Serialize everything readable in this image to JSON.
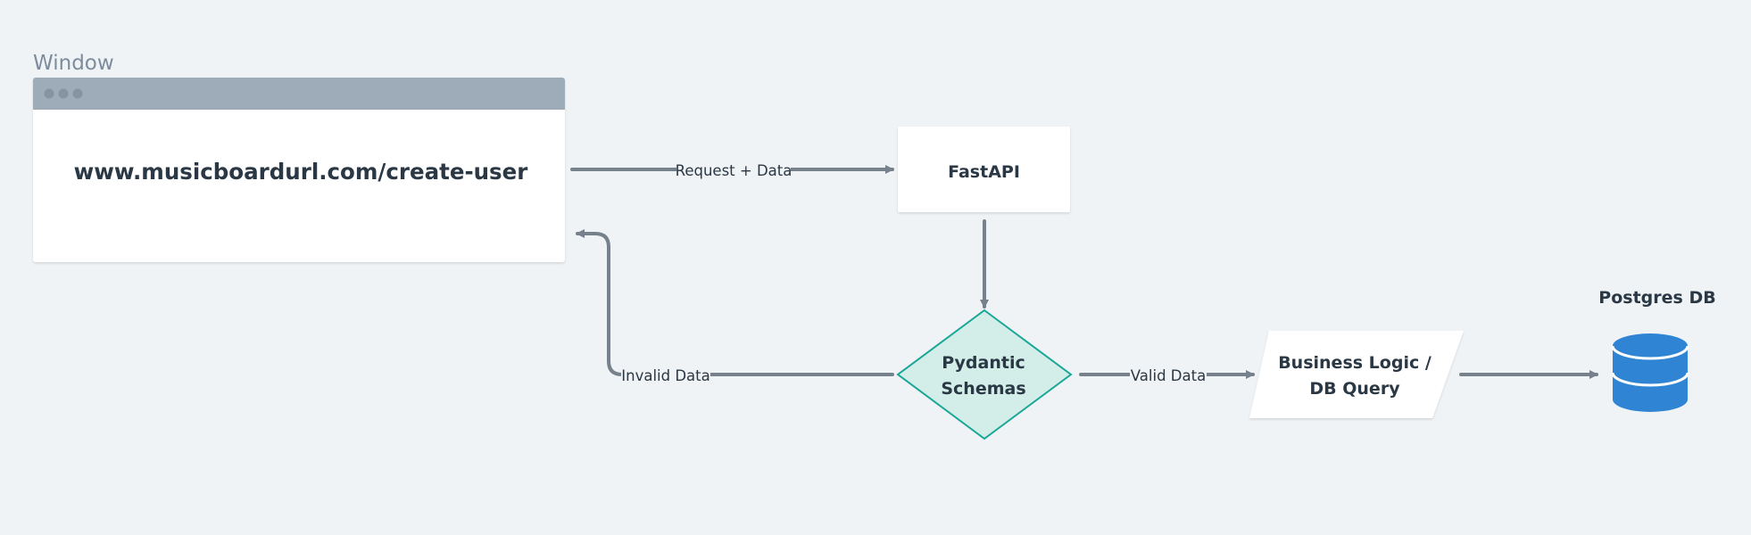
{
  "window": {
    "title": "Window",
    "url": "www.musicboardurl.com/create-user"
  },
  "nodes": {
    "fastapi": "FastAPI",
    "schemas_line1": "Pydantic",
    "schemas_line2": "Schemas",
    "logic_line1": "Business Logic /",
    "logic_line2": "DB Query",
    "db": "Postgres DB"
  },
  "edges": {
    "request": "Request + Data",
    "invalid": "Invalid Data",
    "valid": "Valid Data"
  },
  "colors": {
    "background": "#eff3f6",
    "window_bar": "#9eabb8",
    "decision_fill": "#d3eee9",
    "decision_stroke": "#1aa697",
    "database": "#2f84d4",
    "arrow": "#76818c"
  }
}
